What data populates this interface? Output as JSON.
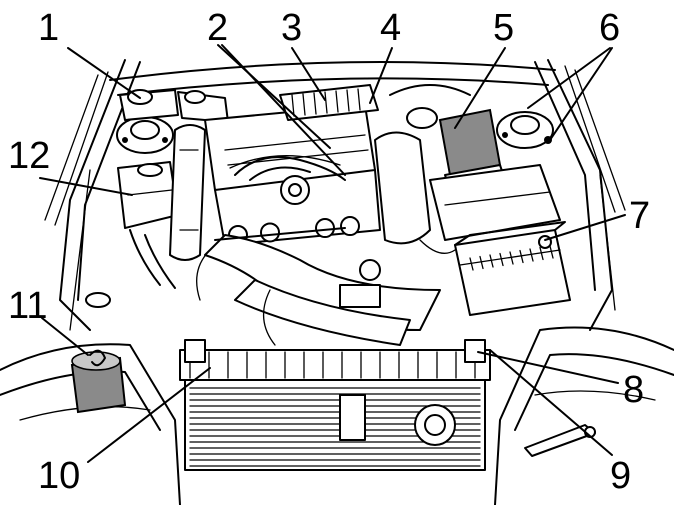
{
  "callouts": [
    {
      "id": "1",
      "label": "1"
    },
    {
      "id": "2",
      "label": "2"
    },
    {
      "id": "3",
      "label": "3"
    },
    {
      "id": "4",
      "label": "4"
    },
    {
      "id": "5",
      "label": "5"
    },
    {
      "id": "6",
      "label": "6"
    },
    {
      "id": "7",
      "label": "7"
    },
    {
      "id": "8",
      "label": "8"
    },
    {
      "id": "9",
      "label": "9"
    },
    {
      "id": "10",
      "label": "10"
    },
    {
      "id": "11",
      "label": "11"
    },
    {
      "id": "12",
      "label": "12"
    }
  ],
  "colors": {
    "line": "#000000",
    "background": "#ffffff",
    "shade": "#8a8a8a"
  }
}
